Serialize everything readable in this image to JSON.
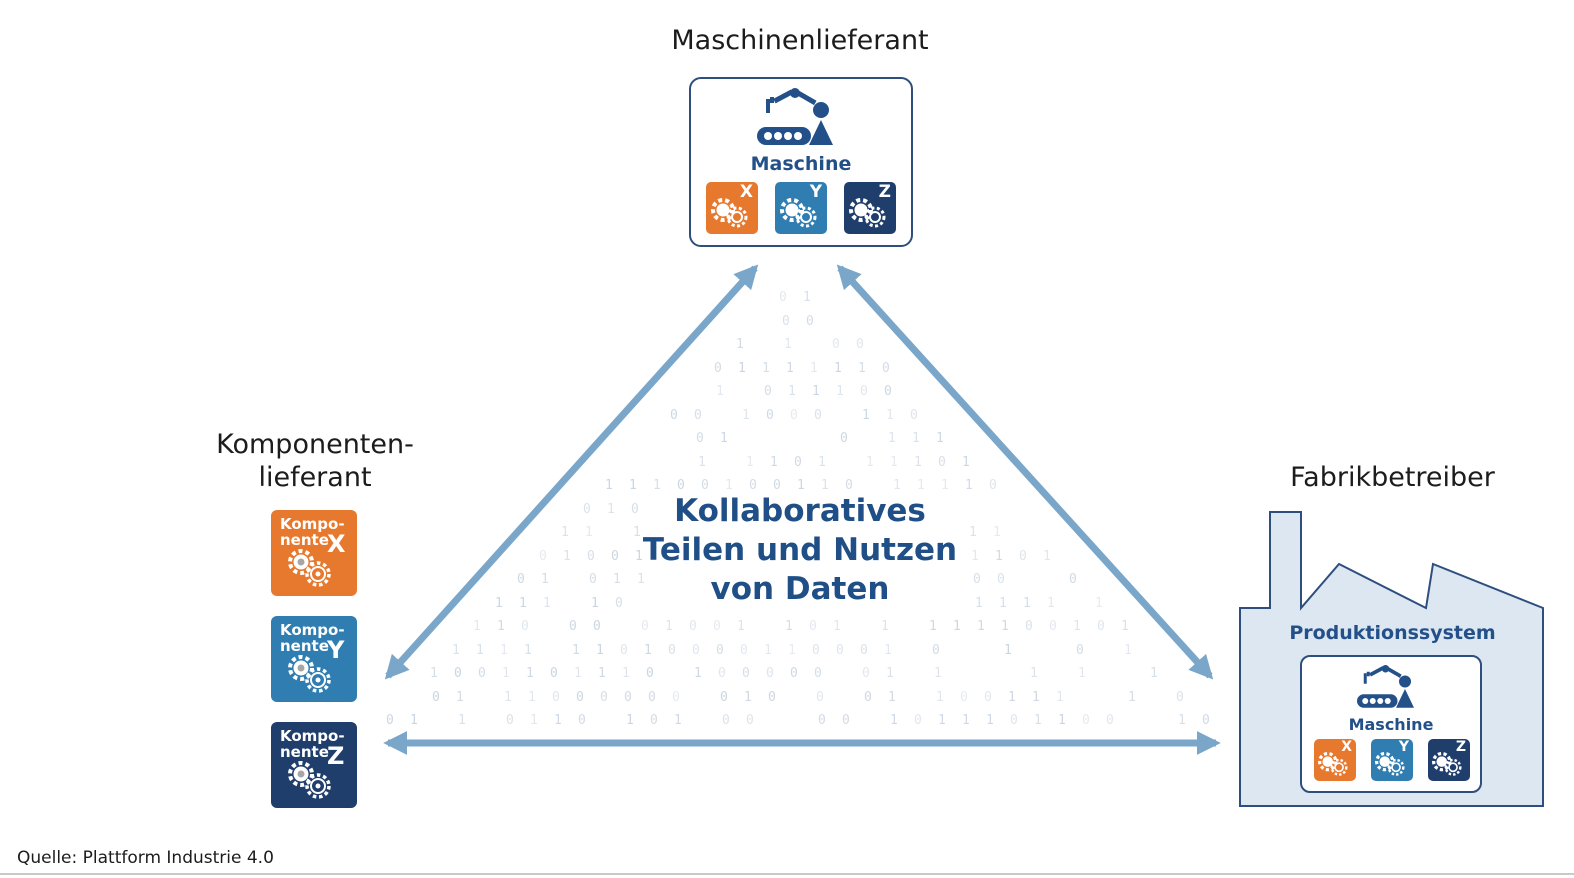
{
  "roles": {
    "machine_supplier": "Maschinenlieferant",
    "component_supplier_line1": "Komponenten-",
    "component_supplier_line2": "lieferant",
    "factory_operator": "Fabrikbetreiber"
  },
  "machine": {
    "label": "Maschine",
    "chips": [
      "X",
      "Y",
      "Z"
    ]
  },
  "components": [
    {
      "line1": "Kompo-",
      "line2": "nente",
      "letter": "X"
    },
    {
      "line1": "Kompo-",
      "line2": "nente",
      "letter": "Y"
    },
    {
      "line1": "Kompo-",
      "line2": "nente",
      "letter": "Z"
    }
  ],
  "center": {
    "line1": "Kollaboratives",
    "line2": "Teilen und Nutzen",
    "line3": "von Daten"
  },
  "factory": {
    "system_label": "Produktionssystem",
    "machine_label": "Maschine",
    "chips": [
      "X",
      "Y",
      "Z"
    ]
  },
  "source": "Quelle: Plattform Industrie 4.0",
  "colors": {
    "orange": "#e6792e",
    "mid_blue": "#2f7db1",
    "navy": "#1f3e6c",
    "arrow": "#7aa6c9",
    "factory_fill": "#dce7f1"
  }
}
